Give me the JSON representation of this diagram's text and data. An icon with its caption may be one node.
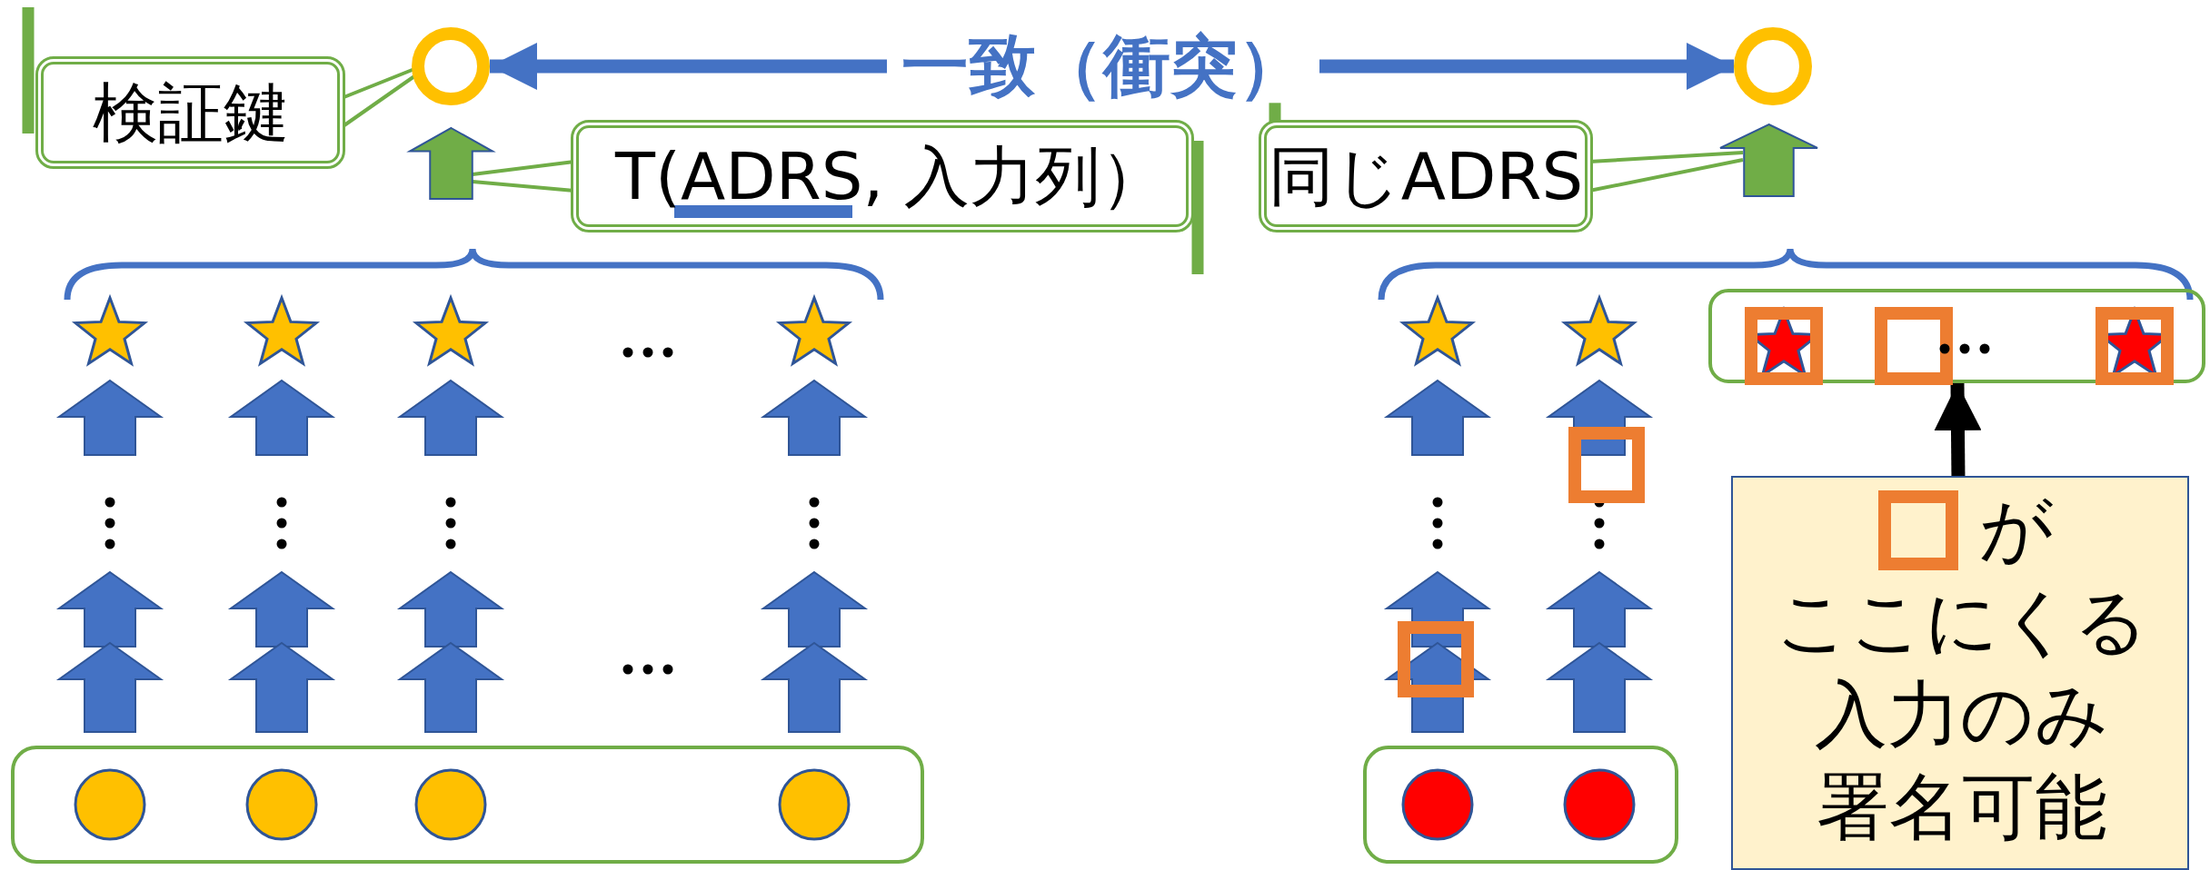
{
  "diagram": {
    "nodes": [
      {
        "text": [
          "検証鍵"
        ]
      },
      {
        "text": [],
        "shape": "circle"
      },
      {
        "text": [],
        "shape": "arrow"
      },
      {
        "text": [
          "T(ADRS, 入力列）"
        ]
      },
      {
        "text": [],
        "shape": "circle"
      },
      {
        "text": [],
        "shape": "arrow"
      },
      {
        "text": [
          "同じADRS"
        ]
      },
      {
        "text": [],
        "shape": "box"
      },
      {
        "text": [
          "がここにくる入力のみ署名可能"
        ]
      }
    ],
    "edges": [
      {
        "from": 0,
        "to": 1,
        "arrow": "none"
      },
      {
        "from": 3,
        "to": 2,
        "arrow": "none"
      },
      {
        "from": 6,
        "to": 5,
        "arrow": "none"
      },
      {
        "from": 1,
        "to": 4,
        "arrow": "both",
        "label": "一致（衝突）",
        "style": "thick",
        "color": "#4472c4"
      },
      {
        "from": 8,
        "to": 7,
        "arrow": "to",
        "style": "thick",
        "color": "#000000"
      }
    ]
  }
}
